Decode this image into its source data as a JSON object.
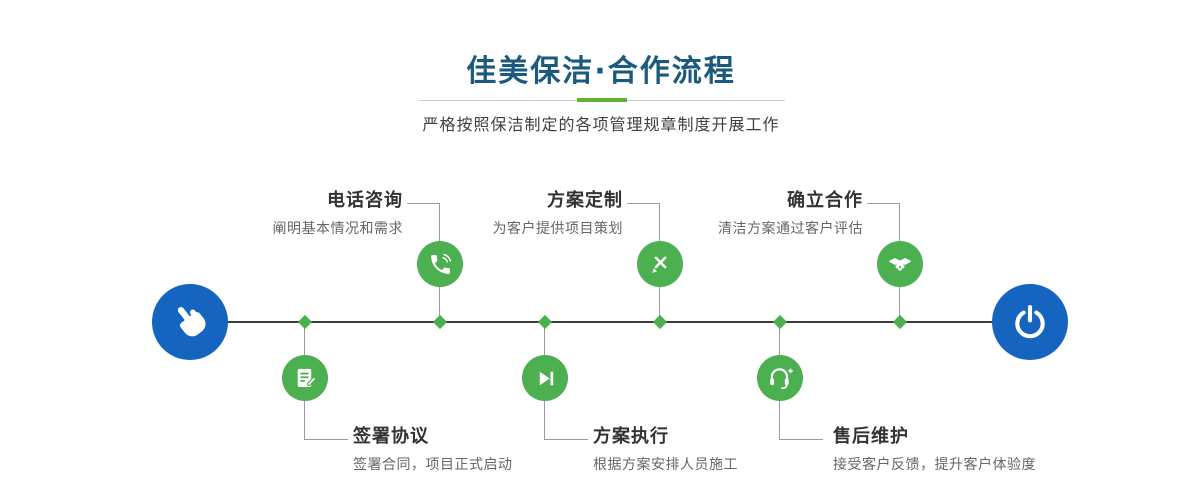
{
  "header": {
    "title": "佳美保洁·合作流程",
    "subtitle": "严格按照保洁制定的各项管理规章制度开展工作"
  },
  "timeline": {
    "start_icon": "pointing-hand-icon",
    "end_icon": "power-icon",
    "top_steps": [
      {
        "title": "电话咨询",
        "desc": "阐明基本情况和需求",
        "icon": "phone-icon"
      },
      {
        "title": "方案定制",
        "desc": "为客户提供项目策划",
        "icon": "pen-design-icon"
      },
      {
        "title": "确立合作",
        "desc": "清洁方案通过客户评估",
        "icon": "handshake-icon"
      }
    ],
    "bottom_steps": [
      {
        "title": "签署协议",
        "desc": "签署合同，项目正式启动",
        "icon": "contract-icon"
      },
      {
        "title": "方案执行",
        "desc": "根据方案安排人员施工",
        "icon": "play-icon"
      },
      {
        "title": "售后维护",
        "desc": "接受客户反馈，提升客户体验度",
        "icon": "headset-icon"
      }
    ]
  },
  "colors": {
    "title_blue": "#1a5a7e",
    "accent_green": "#4caf50",
    "divider_green": "#62b135",
    "end_circle_blue": "#1565c0",
    "line_dark": "#3d3d3d",
    "line_gray": "#9b9b9b"
  }
}
